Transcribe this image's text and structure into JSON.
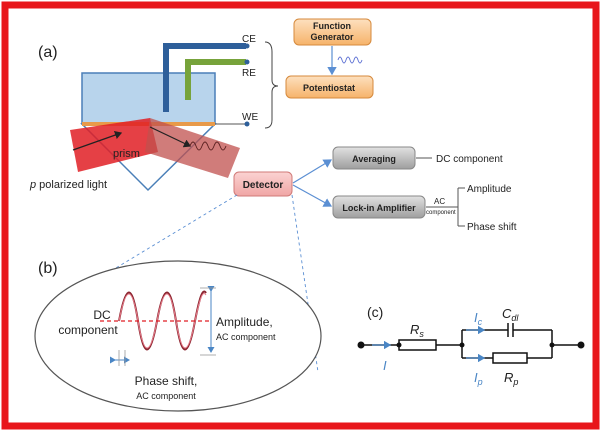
{
  "panels": {
    "a": "(a)",
    "b": "(b)",
    "c": "(c)"
  },
  "setup": {
    "electrodes": {
      "ce": "CE",
      "re": "RE",
      "we": "WE"
    },
    "function_generator": {
      "line1": "Function",
      "line2": "Generator"
    },
    "potentiostat": "Potentiostat",
    "prism": "prism",
    "light": {
      "italic": "p",
      "rest": " polarized light"
    },
    "detector": "Detector",
    "averaging": "Averaging",
    "lockin": "Lock-in Amplifier",
    "dc_component": "DC component",
    "ac": "AC",
    "ac_component_small": "component",
    "amplitude": "Amplitude",
    "phase_shift": "Phase shift"
  },
  "signal_panel": {
    "dc_line1": "DC",
    "dc_line2": "component",
    "amplitude_line1": "Amplitude,",
    "amplitude_line2": "AC component",
    "phase_line1": "Phase shift,",
    "phase_line2": "AC component"
  },
  "circuit": {
    "rs": {
      "main": "R",
      "sub": "s"
    },
    "cdl": {
      "main": "C",
      "sub": "dl"
    },
    "rp": {
      "main": "R",
      "sub": "p"
    },
    "i": "I",
    "ic": {
      "main": "I",
      "sub": "c"
    },
    "ip": {
      "main": "I",
      "sub": "p"
    }
  },
  "colors": {
    "frame": "#e8161b",
    "box_orange": "#f9c894",
    "box_pink": "#f4b9b8",
    "box_gray": "#b4b4b4",
    "cell_blue": "#b8d4ec",
    "laser_red": "#e01e24",
    "label_blue": "#4a86c5",
    "connector_blue": "#5b8fd3"
  }
}
